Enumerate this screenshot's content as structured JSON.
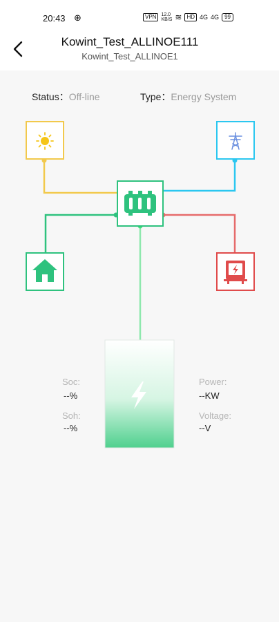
{
  "status_bar": {
    "time": "20:43",
    "globe_icon": "globe-icon",
    "vpn": "VPN",
    "net_speed": "12.0\nKB/S",
    "sim1": "4G",
    "battery": "99"
  },
  "header": {
    "title": "Kowint_Test_ALLINOE111",
    "subtitle": "Kowint_Test_ALLINOE1"
  },
  "info": {
    "status_label": "Status：",
    "status_value": "Off-line",
    "type_label": "Type：",
    "type_value": "Energy System"
  },
  "battery": {
    "soc_label": "Soc:",
    "soc_value": "--%",
    "soh_label": "Soh:",
    "soh_value": "--%",
    "power_label": "Power:",
    "power_value": "--KW",
    "voltage_label": "Voltage:",
    "voltage_value": "--V"
  },
  "colors": {
    "solar": "#f2c94c",
    "grid": "#2bc7f0",
    "inverter": "#2ec27e",
    "home": "#2ec27e",
    "generator": "#e04b4b",
    "battery_line": "#7fe3a0"
  },
  "icons": [
    "back-arrow-icon",
    "sun-icon",
    "power-tower-icon",
    "inverter-icon",
    "home-icon",
    "generator-icon",
    "lightning-icon"
  ]
}
